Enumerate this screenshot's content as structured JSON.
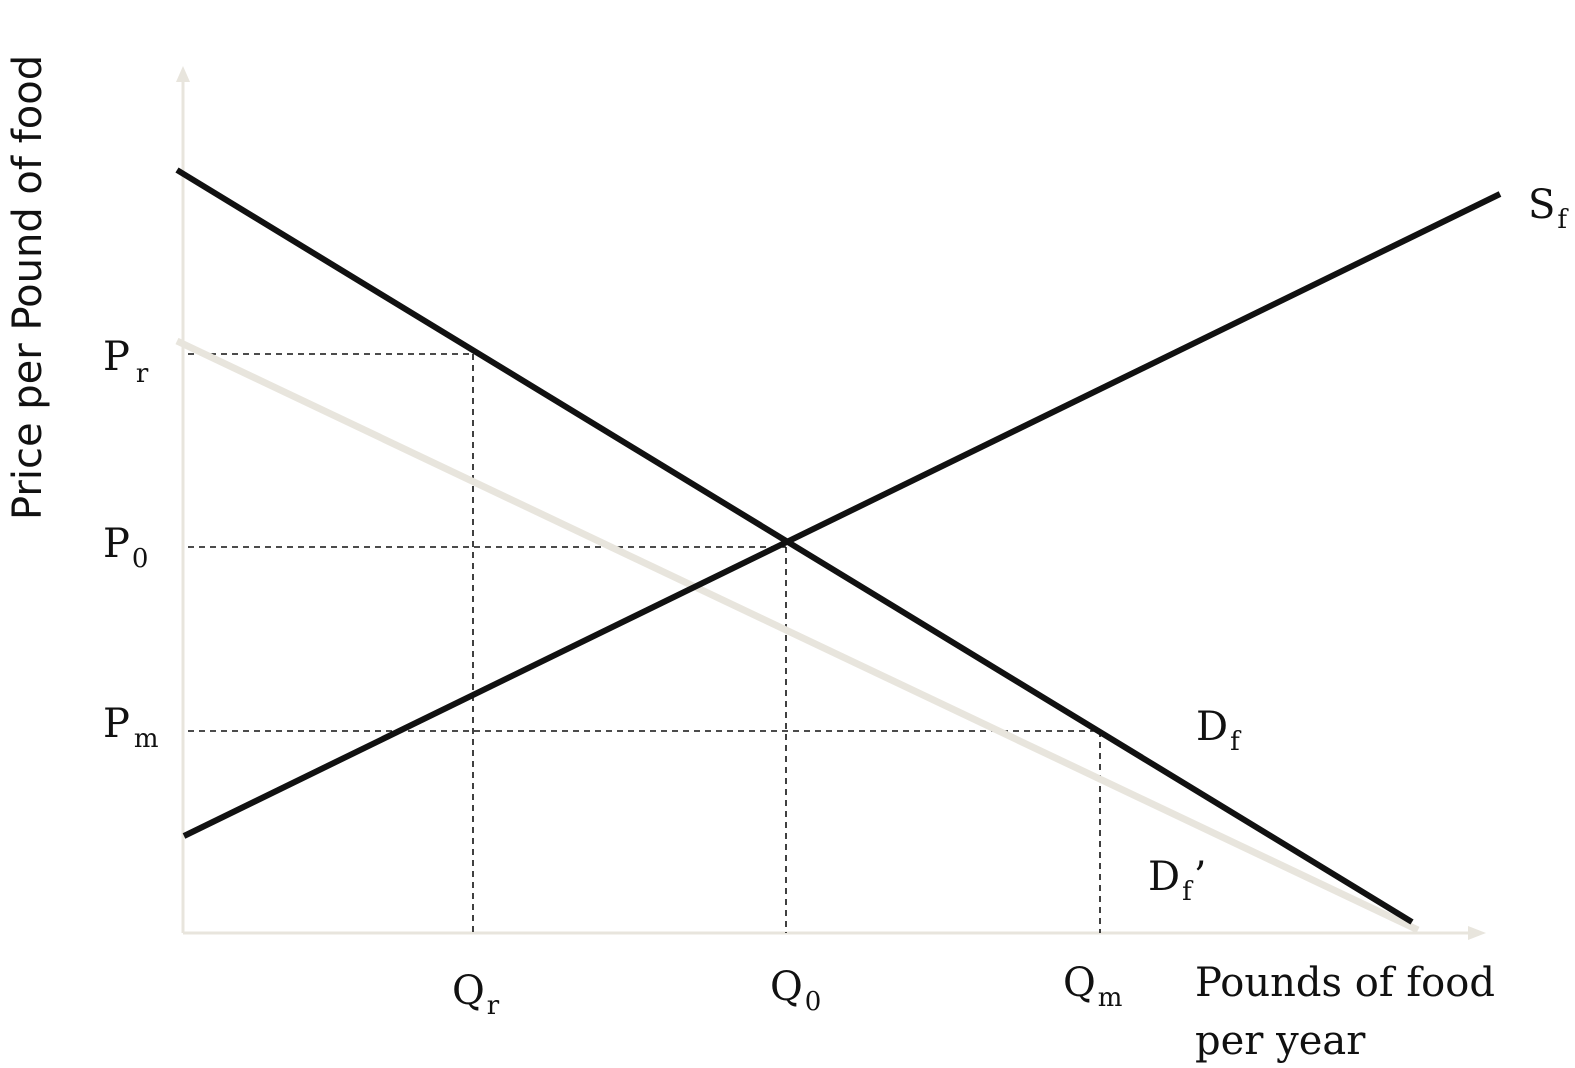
{
  "diagram": {
    "y_axis_title": "Price per Pound of food",
    "x_axis_title_line1": "Pounds of food",
    "x_axis_title_line2": "per year",
    "price_labels": [
      {
        "main": "P",
        "sub": "r"
      },
      {
        "main": "P",
        "sub": "0"
      },
      {
        "main": "P",
        "sub": "m"
      }
    ],
    "quantity_labels": [
      {
        "main": "Q",
        "sub": "r"
      },
      {
        "main": "Q",
        "sub": "0"
      },
      {
        "main": "Q",
        "sub": "m"
      }
    ],
    "curve_labels": {
      "supply": {
        "main": "S",
        "sub": "f"
      },
      "demand": {
        "main": "D",
        "sub": "f"
      },
      "demand_shifted": {
        "main": "D",
        "sub": "f",
        "suffix": "’"
      }
    },
    "colors": {
      "curve": "#111111",
      "shifted_curve": "#e8e5dd",
      "axis": "#e8e5dd",
      "guide": "#111111"
    }
  }
}
